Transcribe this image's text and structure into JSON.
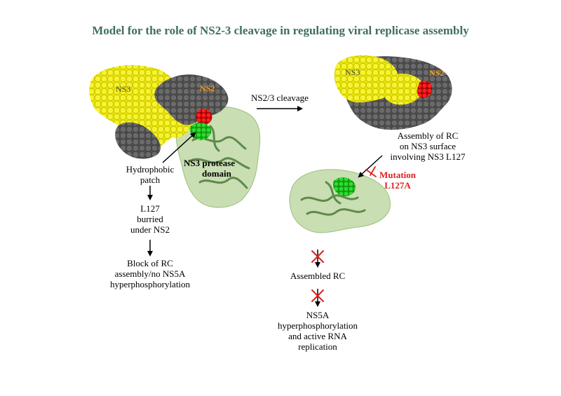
{
  "title": "Model for the role of NS2-3 cleavage in regulating viral replicase assembly",
  "left_structure": {
    "ns3_label": "NS3",
    "ns2_label": "NS2",
    "protease_domain_label_line1": "NS3 protease",
    "protease_domain_label_line2": "domain"
  },
  "right_structure": {
    "ns3_label": "NS3",
    "ns2_label": "NS2"
  },
  "cleavage_label": "NS2/3 cleavage",
  "left_pathway": {
    "hydrophobic_line1": "Hydrophobic",
    "hydrophobic_line2": "patch",
    "l127_line1": "L127",
    "l127_line2": "burried",
    "l127_line3": "under NS2",
    "block_line1": "Block of RC",
    "block_line2": "assembly/no NS5A",
    "block_line3": "hyperphosphorylation"
  },
  "right_pathway": {
    "assembly_line1": "Assembly of RC",
    "assembly_line2": "on NS3 surface",
    "assembly_line3": "involving NS3 L127",
    "mutation_line1": "Mutation",
    "mutation_line2": "L127A",
    "assembled_rc": "Assembled RC",
    "ns5a_line1": "NS5A",
    "ns5a_line2": "hyperphosphorylation",
    "ns5a_line3": "and active RNA",
    "ns5a_line4": "replication"
  },
  "colors": {
    "title": "#3f6f5f",
    "ns3_surface": "#f2ee1a",
    "ns2_surface": "#5e5e5e",
    "red_residue": "#e01010",
    "green_residue": "#22cc22",
    "protease_shell": "#b7d39a",
    "ribbon": "#6b8f55",
    "mutation": "#e02020"
  }
}
